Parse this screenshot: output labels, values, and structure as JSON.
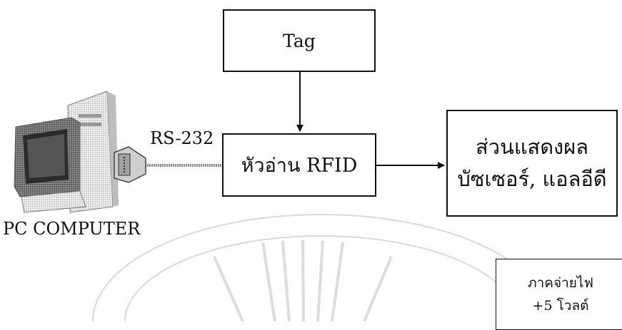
{
  "nodes": {
    "tag": {
      "label": "Tag"
    },
    "reader": {
      "label": "หัวอ่าน RFID"
    },
    "display": {
      "line1": "ส่วนแสดงผล",
      "line2": "บัซเซอร์, แอลอีดี"
    },
    "power": {
      "line1": "ภาคจ่ายไฟ",
      "line2": "+5 โวลต์"
    }
  },
  "labels": {
    "rs232": "RS-232",
    "pc": "PC COMPUTER"
  },
  "icons": {
    "computer": "pc-computer-icon",
    "connector": "db9-connector-icon"
  },
  "watermark": "university-seal-watermark"
}
